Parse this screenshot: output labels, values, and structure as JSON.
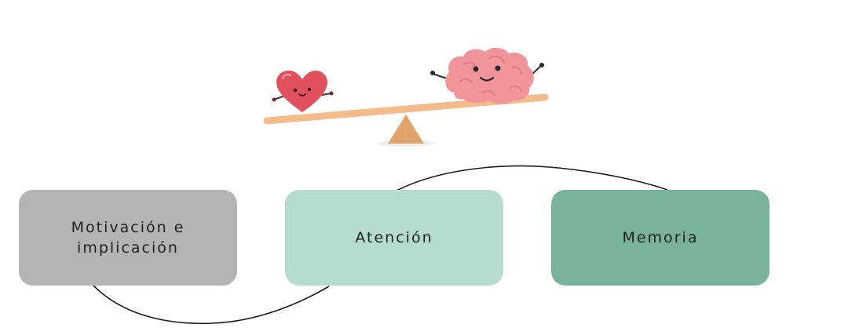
{
  "colors": {
    "box_motivacion": "#b4b4b4",
    "box_atencion": "#b5dccf",
    "box_memoria": "#79b39c",
    "connector": "#1a1a1a",
    "seesaw_plank": "#f4bc8a",
    "seesaw_fulcrum": "#e2a46d",
    "heart": "#e0505d",
    "brain": "#f2959a"
  },
  "icons": {
    "heart": "heart-character-icon",
    "brain": "brain-character-icon",
    "seesaw": "seesaw-icon"
  },
  "boxes": [
    {
      "id": "motivacion",
      "label": "Motivación e implicación"
    },
    {
      "id": "atencion",
      "label": "Atención"
    },
    {
      "id": "memoria",
      "label": "Memoria"
    }
  ]
}
